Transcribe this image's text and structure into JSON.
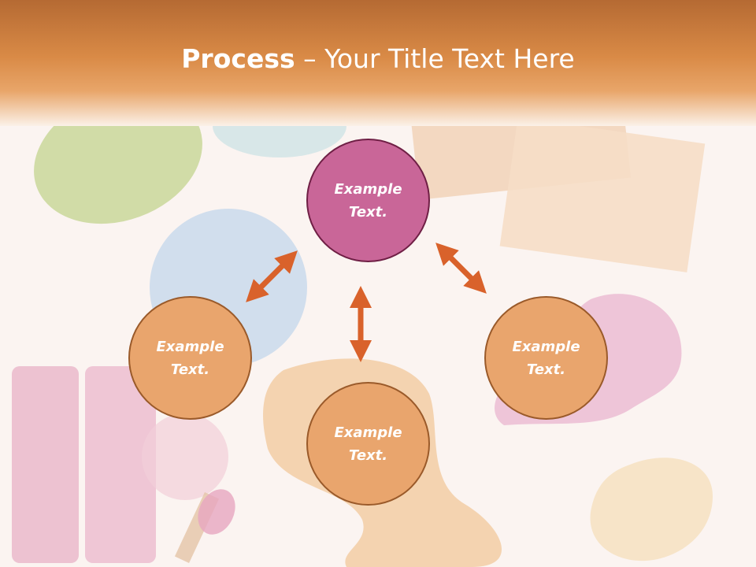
{
  "slide": {
    "title_bold": "Process",
    "title_rest": " – Your Title Text Here"
  },
  "nodes": [
    {
      "id": "top",
      "label": "Example\nText.",
      "color": "#c96698"
    },
    {
      "id": "left",
      "label": "Example\nText.",
      "color": "#e9a56d"
    },
    {
      "id": "bottom",
      "label": "Example\nText.",
      "color": "#e9a56d"
    },
    {
      "id": "right",
      "label": "Example\nText.",
      "color": "#e9a56d"
    }
  ],
  "colors": {
    "arrow": "#d9622b",
    "header": "#d98a46",
    "accent_pink": "#c96698"
  }
}
